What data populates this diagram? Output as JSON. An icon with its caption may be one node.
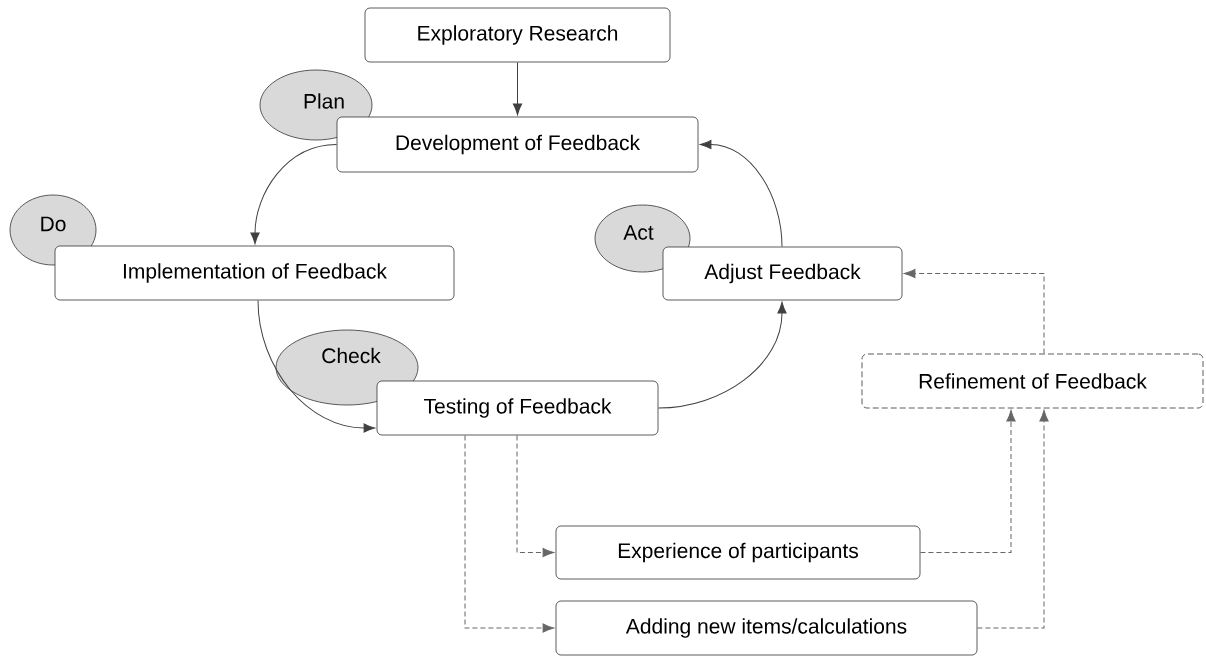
{
  "diagram": {
    "nodes": [
      {
        "text": [
          "Exploratory Research"
        ]
      },
      {
        "text": [
          "Plan"
        ]
      },
      {
        "text": [
          "Development of Feedback"
        ]
      },
      {
        "text": [
          "Do"
        ]
      },
      {
        "text": [
          "Implementation of Feedback"
        ]
      },
      {
        "text": [
          "Act"
        ]
      },
      {
        "text": [
          "Adjust Feedback"
        ]
      },
      {
        "text": [
          "Check"
        ]
      },
      {
        "text": [
          "Refinement of Feedback"
        ]
      },
      {
        "text": [
          "Testing of Feedback"
        ]
      },
      {
        "text": [
          "Experience of participants"
        ]
      },
      {
        "text": [
          "Adding new items/calculations"
        ]
      }
    ],
    "edges": [
      {
        "from": 0,
        "to": 2,
        "arrow": "to"
      },
      {
        "from": 2,
        "to": 4,
        "arrow": "to"
      },
      {
        "from": 4,
        "to": 9,
        "arrow": "to"
      },
      {
        "from": 9,
        "to": 6,
        "arrow": "to"
      },
      {
        "from": 6,
        "to": 2,
        "arrow": "to"
      },
      {
        "from": 8,
        "to": 6,
        "arrow": "to",
        "style": "dashed"
      },
      {
        "from": 9,
        "to": 10,
        "arrow": "to",
        "style": "dashed"
      },
      {
        "from": 9,
        "to": 11,
        "arrow": "to",
        "style": "dashed"
      },
      {
        "from": 10,
        "to": 8,
        "arrow": "to",
        "style": "dashed"
      },
      {
        "from": 11,
        "to": 8,
        "arrow": "to",
        "style": "dashed"
      }
    ]
  }
}
